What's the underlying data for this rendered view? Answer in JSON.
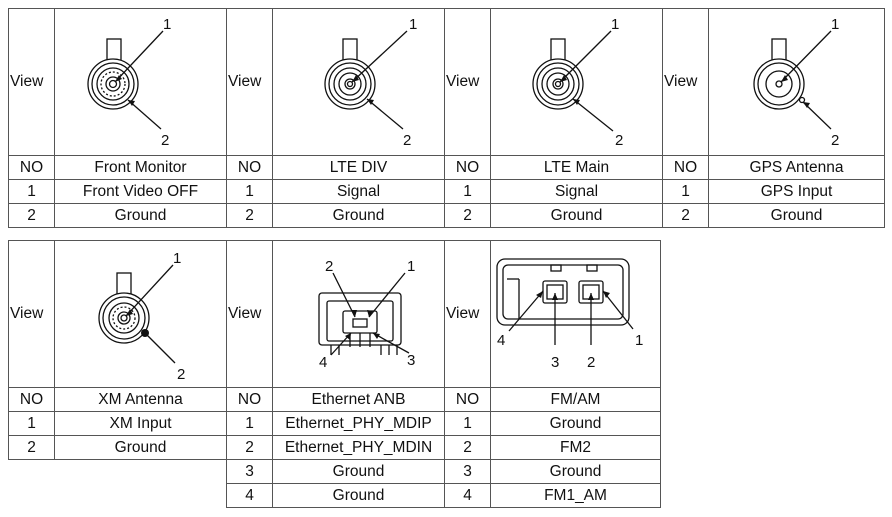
{
  "view_label": "View",
  "no_label": "NO",
  "connectors_top": [
    {
      "name": "Front Monitor",
      "pins": [
        {
          "no": "1",
          "signal": "Front Video OFF"
        },
        {
          "no": "2",
          "signal": "Ground"
        }
      ],
      "callouts": [
        "1",
        "2"
      ]
    },
    {
      "name": "LTE DIV",
      "pins": [
        {
          "no": "1",
          "signal": "Signal"
        },
        {
          "no": "2",
          "signal": "Ground"
        }
      ],
      "callouts": [
        "1",
        "2"
      ]
    },
    {
      "name": "LTE Main",
      "pins": [
        {
          "no": "1",
          "signal": "Signal"
        },
        {
          "no": "2",
          "signal": "Ground"
        }
      ],
      "callouts": [
        "1",
        "2"
      ]
    },
    {
      "name": "GPS Antenna",
      "pins": [
        {
          "no": "1",
          "signal": "GPS Input"
        },
        {
          "no": "2",
          "signal": "Ground"
        }
      ],
      "callouts": [
        "1",
        "2"
      ]
    }
  ],
  "connectors_bottom": [
    {
      "name": "XM Antenna",
      "pins": [
        {
          "no": "1",
          "signal": "XM Input"
        },
        {
          "no": "2",
          "signal": "Ground"
        }
      ],
      "callouts": [
        "1",
        "2"
      ]
    },
    {
      "name": "Ethernet ANB",
      "pins": [
        {
          "no": "1",
          "signal": "Ethernet_PHY_MDIP"
        },
        {
          "no": "2",
          "signal": "Ethernet_PHY_MDIN"
        },
        {
          "no": "3",
          "signal": "Ground"
        },
        {
          "no": "4",
          "signal": "Ground"
        }
      ],
      "callouts": [
        "2",
        "1",
        "4",
        "3"
      ]
    },
    {
      "name": "FM/AM",
      "pins": [
        {
          "no": "1",
          "signal": "Ground"
        },
        {
          "no": "2",
          "signal": "FM2"
        },
        {
          "no": "3",
          "signal": "Ground"
        },
        {
          "no": "4",
          "signal": "FM1_AM"
        }
      ],
      "callouts": [
        "4",
        "1",
        "3",
        "2"
      ]
    }
  ]
}
